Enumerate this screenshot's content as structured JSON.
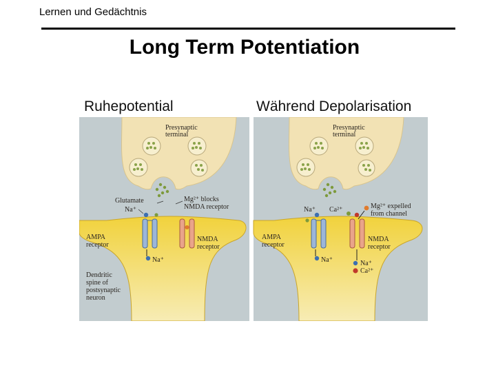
{
  "header": {
    "label": "Lernen und Gedächtnis"
  },
  "title": "Long Term Potentiation",
  "panels": {
    "left": {
      "title": "Ruhepotential",
      "labels": {
        "presynaptic": [
          "Presynaptic",
          "terminal"
        ],
        "glutamate": "Glutamate",
        "na_in": "Na⁺",
        "mg_blocks": [
          "Mg²⁺ blocks",
          "NMDA receptor"
        ],
        "ampa": [
          "AMPA",
          "receptor"
        ],
        "nmda": [
          "NMDA",
          "receptor"
        ],
        "na_out": "Na⁺",
        "dendritic": [
          "Dendritic",
          "spine of",
          "postsynaptic",
          "neuron"
        ]
      }
    },
    "right": {
      "title": "Während Depolarisation",
      "labels": {
        "presynaptic": [
          "Presynaptic",
          "terminal"
        ],
        "na_in": "Na⁺",
        "ca_in": "Ca²⁺",
        "mg_expelled": [
          "Mg²⁺ expelled",
          "from channel"
        ],
        "ampa": [
          "AMPA",
          "receptor"
        ],
        "nmda": [
          "NMDA",
          "receptor"
        ],
        "na_out": "Na⁺",
        "na_out2": "Na⁺",
        "ca_out": "Ca²⁺"
      }
    }
  },
  "colors": {
    "background": "#c2cccf",
    "presynaptic": "#f2e2b4",
    "postsynaptic": "#f1d23c",
    "postsynaptic_light": "#f6e9a8",
    "vesicle": "#8aa34a",
    "ampa": "#9cb6d8",
    "nmda": "#e9a48a",
    "sodium": "#3d6fb0",
    "calcium": "#c0392b",
    "glutamate": "#7d9a3c",
    "magnesium": "#e07b2e"
  }
}
